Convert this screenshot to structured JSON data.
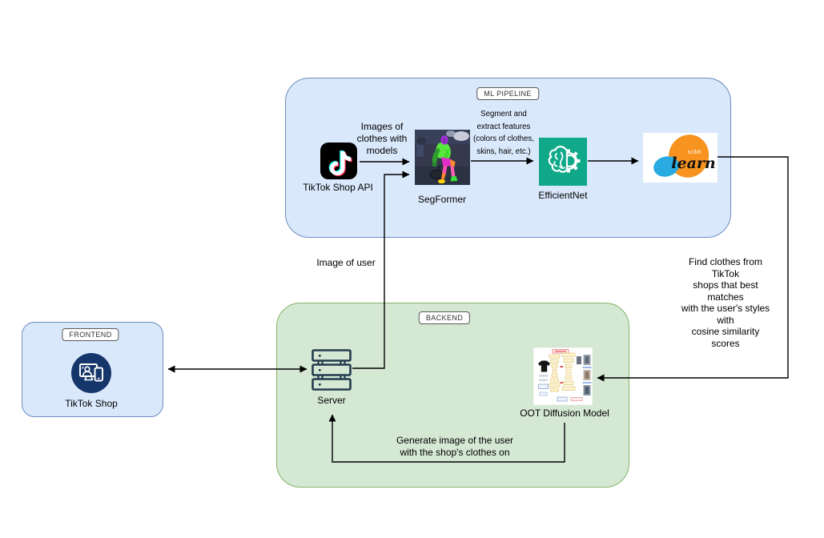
{
  "containers": {
    "ml_pipeline": {
      "chip": "ML PIPELINE"
    },
    "backend": {
      "chip": "BACKEND"
    },
    "frontend": {
      "chip": "FRONTEND"
    }
  },
  "nodes": {
    "tiktok_api": {
      "label": "TikTok Shop API"
    },
    "segformer": {
      "label": "SegFormer"
    },
    "efficientnet": {
      "label": "EfficientNet"
    },
    "sklearn": {
      "scikit": "scikit",
      "learn": "learn"
    },
    "server": {
      "label": "Server"
    },
    "oot_diffusion": {
      "label": "OOT Diffusion Model"
    },
    "tiktok_shop": {
      "label": "TikTok Shop"
    }
  },
  "edge_labels": {
    "images_of_clothes": "Images of\nclothes with\nmodels",
    "segment_extract": "Segment and\nextract features\n(colors of clothes,\nskins, hair, etc.)",
    "image_of_user": "Image of user",
    "find_clothes": "Find clothes from TikTok\nshops that best matches\nwith the user's styles with\ncosine similarity scores",
    "generate_image": "Generate image of the user\nwith the shop's clothes on"
  },
  "colors": {
    "container_blue_fill": "#dae8fc",
    "container_blue_border": "#6c8ebf",
    "container_green_fill": "#d5e8d4",
    "container_green_border": "#82b366",
    "chip_border": "#595959",
    "arrow": "#000000",
    "efficientnet_teal": "#0fa98a",
    "frontend_navy": "#14366b",
    "sklearn_blue": "#29abe2",
    "sklearn_orange": "#f7931e",
    "tiktok_cyan": "#25f4ee",
    "tiktok_pink": "#fe2c55"
  }
}
